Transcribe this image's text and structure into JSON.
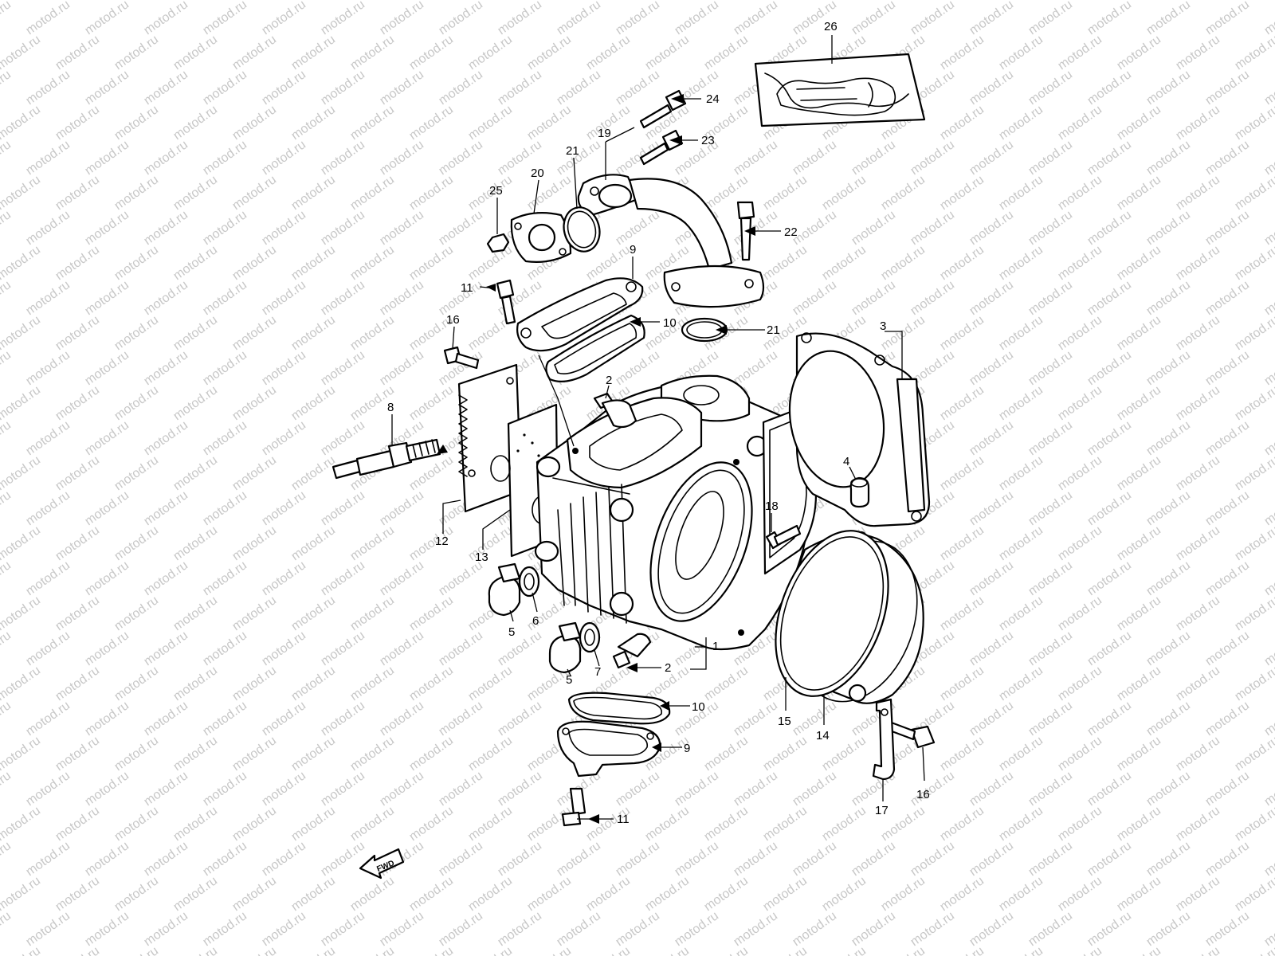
{
  "watermark": {
    "text": "motod.ru",
    "color": "#c8c8c8"
  },
  "direction_badge": {
    "text": "FWD"
  },
  "callouts": [
    {
      "id": "c26a",
      "label": "26"
    },
    {
      "id": "c24",
      "label": "24"
    },
    {
      "id": "c23",
      "label": "23"
    },
    {
      "id": "c19",
      "label": "19"
    },
    {
      "id": "c21a",
      "label": "21"
    },
    {
      "id": "c20",
      "label": "20"
    },
    {
      "id": "c25",
      "label": "25"
    },
    {
      "id": "c22",
      "label": "22"
    },
    {
      "id": "c9a",
      "label": "9"
    },
    {
      "id": "c11a",
      "label": "11"
    },
    {
      "id": "c10a",
      "label": "10"
    },
    {
      "id": "c21b",
      "label": "21"
    },
    {
      "id": "c3",
      "label": "3"
    },
    {
      "id": "c16a",
      "label": "16"
    },
    {
      "id": "c2a",
      "label": "2"
    },
    {
      "id": "c8",
      "label": "8"
    },
    {
      "id": "c4",
      "label": "4"
    },
    {
      "id": "c18",
      "label": "18"
    },
    {
      "id": "c12",
      "label": "12"
    },
    {
      "id": "c13",
      "label": "13"
    },
    {
      "id": "c5a",
      "label": "5"
    },
    {
      "id": "c6",
      "label": "6"
    },
    {
      "id": "c1",
      "label": "1"
    },
    {
      "id": "c5b",
      "label": "5"
    },
    {
      "id": "c7",
      "label": "7"
    },
    {
      "id": "c2b",
      "label": "2"
    },
    {
      "id": "c15",
      "label": "15"
    },
    {
      "id": "c14",
      "label": "14"
    },
    {
      "id": "c10b",
      "label": "10"
    },
    {
      "id": "c9b",
      "label": "9"
    },
    {
      "id": "c17",
      "label": "17"
    },
    {
      "id": "c16b",
      "label": "16"
    },
    {
      "id": "c11b",
      "label": "11"
    }
  ]
}
